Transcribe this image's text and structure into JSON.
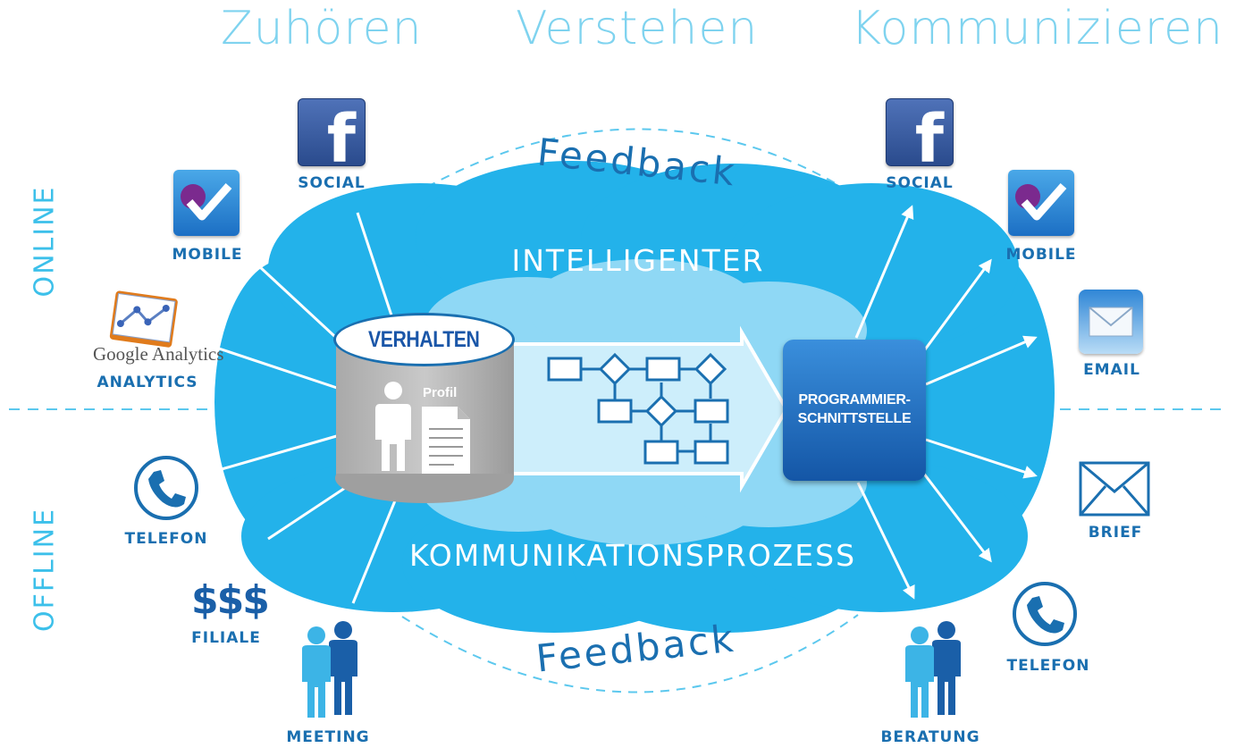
{
  "headers": [
    "Zuhören",
    "Verstehen",
    "Kommunizieren"
  ],
  "side_labels": {
    "online": "ONLINE",
    "offline": "OFFLINE"
  },
  "cloud": {
    "top_text": "INTELLIGENTER",
    "bottom_text": "KOMMUNIKATIONSPROZESS",
    "feedback_top": "Feedback",
    "feedback_bottom": "Feedback",
    "database_label": "VERHALTEN",
    "profile_label": "Profil",
    "api_label_line1": "PROGRAMMIER-",
    "api_label_line2": "SCHNITTSTELLE"
  },
  "inputs": [
    {
      "label": "SOCIAL",
      "icon": "facebook-icon"
    },
    {
      "label": "MOBILE",
      "icon": "foursquare-icon"
    },
    {
      "label": "ANALYTICS",
      "icon": "google-analytics-icon",
      "brand_text": "Google Analytics"
    },
    {
      "label": "TELEFON",
      "icon": "phone-icon"
    },
    {
      "label": "FILIALE",
      "icon": "dollar-icon",
      "symbol": "$$$"
    },
    {
      "label": "MEETING",
      "icon": "people-icon"
    }
  ],
  "outputs": [
    {
      "label": "SOCIAL",
      "icon": "facebook-icon"
    },
    {
      "label": "MOBILE",
      "icon": "foursquare-icon"
    },
    {
      "label": "EMAIL",
      "icon": "email-icon"
    },
    {
      "label": "BRIEF",
      "icon": "envelope-icon"
    },
    {
      "label": "TELEFON",
      "icon": "phone-icon"
    },
    {
      "label": "BERATUNG",
      "icon": "people-icon"
    }
  ],
  "colors": {
    "cloud": "#23b2ea",
    "inner_cloud": "#8fd8f5",
    "header": "#7fd3ef",
    "label": "#1a6fb0",
    "accent": "#1a56a8"
  }
}
